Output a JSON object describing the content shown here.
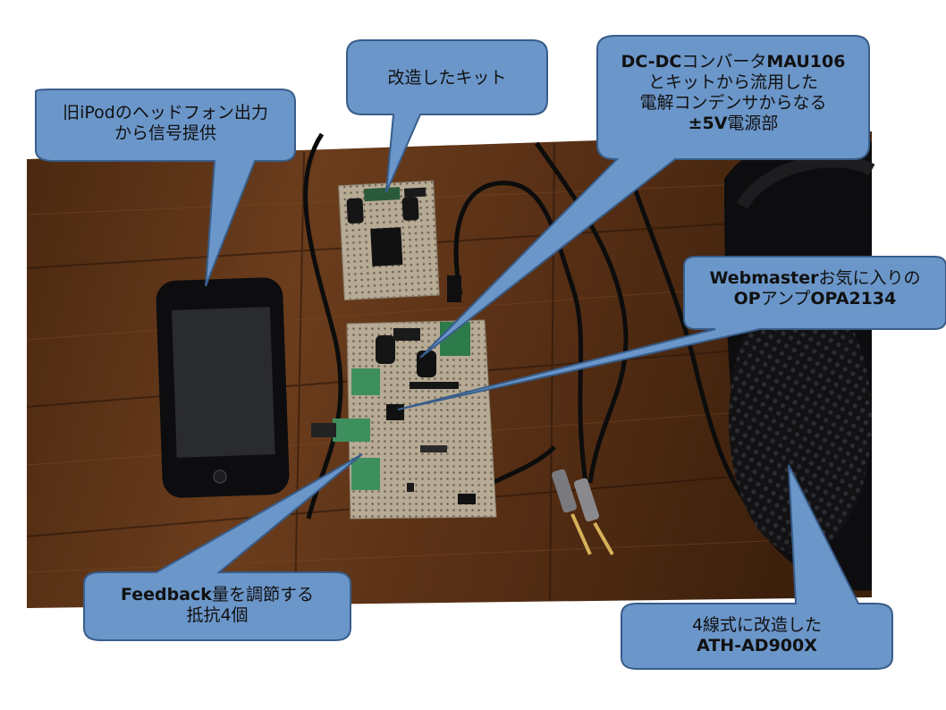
{
  "callouts": {
    "ipod": {
      "line1": "旧iPodのヘッドフォン出力",
      "line2": "から信号提供"
    },
    "kit": {
      "line1": "改造したキット"
    },
    "power": {
      "line1_bold": "DC-DC",
      "line1_normal": "コンバータ",
      "line1_bold2": "MAU106",
      "line2": "とキットから流用した",
      "line3": "電解コンデンサからなる",
      "line4_bold": "±5V",
      "line4_normal": "電源部"
    },
    "opamp": {
      "line1_bold": "Webmaster",
      "line1_normal": "お気に入りの",
      "line2_bold": "OP",
      "line2_normal": "アンプ",
      "line2_bold2": "OPA2134"
    },
    "feedback": {
      "line1_bold": "Feedback",
      "line1_normal": "量を調節する",
      "line2": "抵抗4個"
    },
    "headphone": {
      "line1": "4線式に改造した",
      "line2_bold": "ATH-AD900X"
    }
  },
  "colors": {
    "callout_fill": "#6b96c9",
    "callout_stroke": "#385d8a",
    "wood_dark": "#3a200e",
    "wood_light": "#6a3c1c",
    "pcb": "#b9ad97"
  }
}
